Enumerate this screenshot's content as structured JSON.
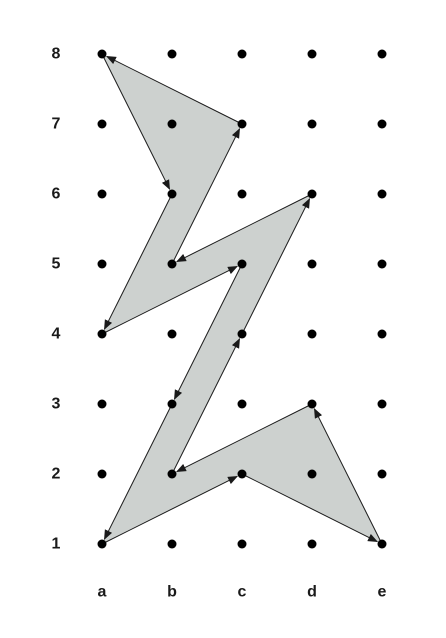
{
  "columns": [
    "a",
    "b",
    "c",
    "d",
    "e"
  ],
  "rows": [
    "1",
    "2",
    "3",
    "4",
    "5",
    "6",
    "7",
    "8"
  ],
  "polygon_path": [
    [
      "a",
      "8"
    ],
    [
      "b",
      "6"
    ],
    [
      "a",
      "4"
    ],
    [
      "c",
      "5"
    ],
    [
      "b",
      "3"
    ],
    [
      "a",
      "1"
    ],
    [
      "c",
      "2"
    ],
    [
      "e",
      "1"
    ],
    [
      "d",
      "3"
    ],
    [
      "b",
      "2"
    ],
    [
      "c",
      "4"
    ],
    [
      "d",
      "6"
    ],
    [
      "b",
      "5"
    ],
    [
      "c",
      "7"
    ]
  ],
  "arrows": [
    {
      "from": [
        "a",
        "8"
      ],
      "to": [
        "b",
        "6"
      ]
    },
    {
      "from": [
        "b",
        "6"
      ],
      "to": [
        "a",
        "4"
      ]
    },
    {
      "from": [
        "a",
        "4"
      ],
      "to": [
        "c",
        "5"
      ]
    },
    {
      "from": [
        "c",
        "5"
      ],
      "to": [
        "b",
        "3"
      ]
    },
    {
      "from": [
        "b",
        "3"
      ],
      "to": [
        "a",
        "1"
      ]
    },
    {
      "from": [
        "a",
        "1"
      ],
      "to": [
        "c",
        "2"
      ]
    },
    {
      "from": [
        "c",
        "2"
      ],
      "to": [
        "e",
        "1"
      ]
    },
    {
      "from": [
        "e",
        "1"
      ],
      "to": [
        "d",
        "3"
      ]
    },
    {
      "from": [
        "d",
        "3"
      ],
      "to": [
        "b",
        "2"
      ]
    },
    {
      "from": [
        "b",
        "2"
      ],
      "to": [
        "c",
        "4"
      ]
    },
    {
      "from": [
        "c",
        "4"
      ],
      "to": [
        "d",
        "6"
      ]
    },
    {
      "from": [
        "d",
        "6"
      ],
      "to": [
        "b",
        "5"
      ]
    },
    {
      "from": [
        "b",
        "5"
      ],
      "to": [
        "c",
        "7"
      ]
    },
    {
      "from": [
        "c",
        "7"
      ],
      "to": [
        "a",
        "8"
      ]
    }
  ],
  "colors": {
    "fill": "#cdd1cf",
    "stroke": "#1a1a1a",
    "dot": "#000000",
    "label": "#1a1a1a",
    "background": "#ffffff"
  }
}
